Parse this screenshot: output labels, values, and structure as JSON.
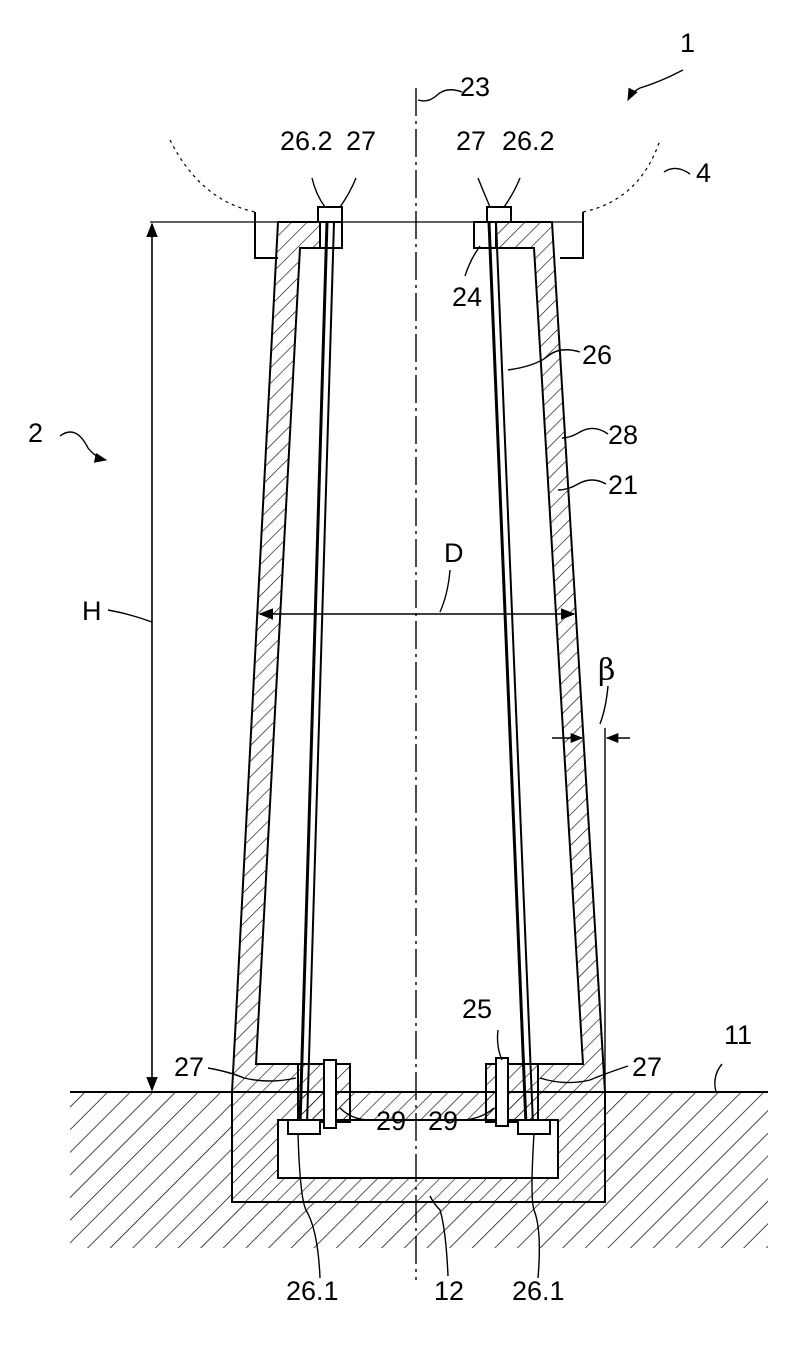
{
  "figure": {
    "ref_1": "1",
    "ref_2": "2",
    "ref_4": "4",
    "ref_11": "11",
    "ref_12": "12",
    "ref_21": "21",
    "ref_23": "23",
    "ref_24": "24",
    "ref_25": "25",
    "ref_26": "26",
    "ref_26_1": "26.1",
    "ref_26_2": "26.2",
    "ref_27": "27",
    "ref_28": "28",
    "ref_29": "29",
    "dim_H": "H",
    "dim_D": "D",
    "angle_beta": "β"
  }
}
